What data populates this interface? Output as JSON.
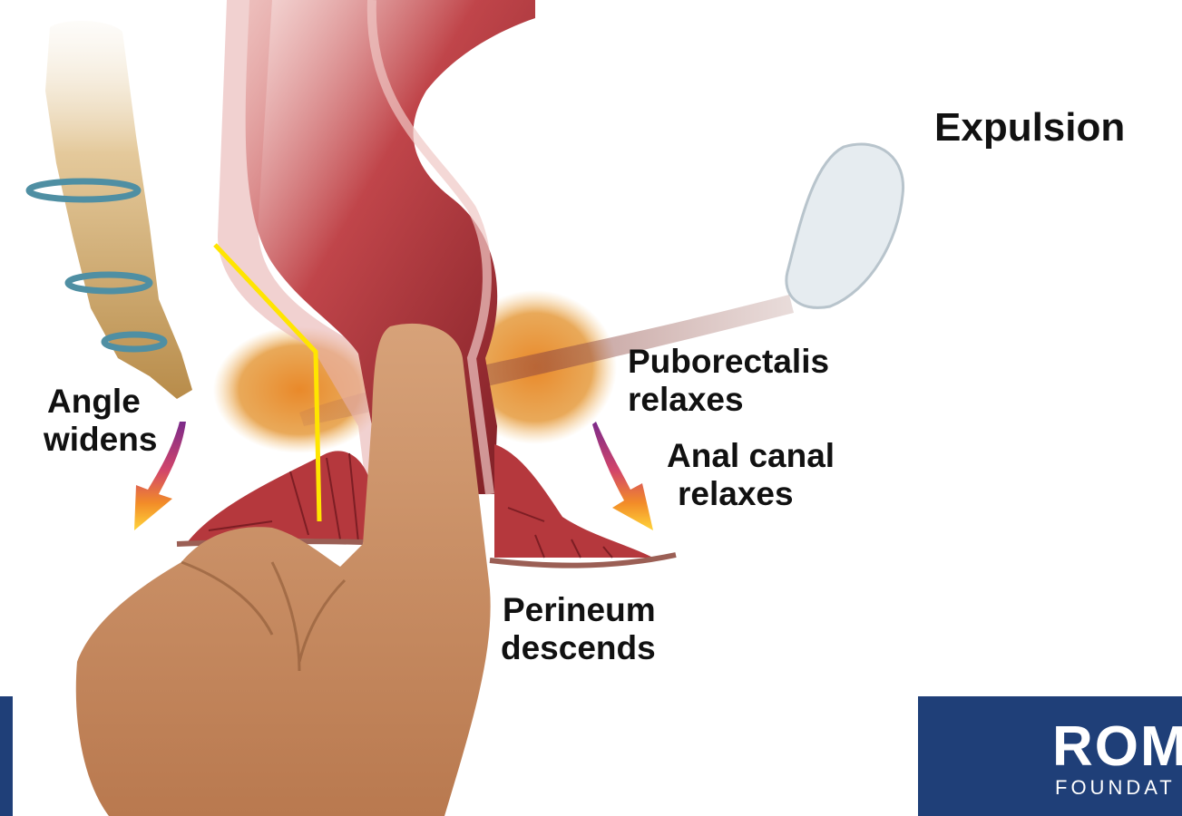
{
  "title": "Expulsion",
  "labels": {
    "angle": [
      "Angle",
      "widens"
    ],
    "puborectalis": [
      "Puborectalis",
      "relaxes"
    ],
    "anal_canal": [
      "Anal canal",
      "relaxes"
    ],
    "perineum": [
      "Perineum",
      "descends"
    ]
  },
  "logo": {
    "word": "ROM",
    "sub": "FOUNDAT"
  },
  "colors": {
    "accent_line": "#ffe500",
    "brand_blue": "#1f3f78",
    "tissue": "#b5383d",
    "skin": "#c98f63"
  }
}
